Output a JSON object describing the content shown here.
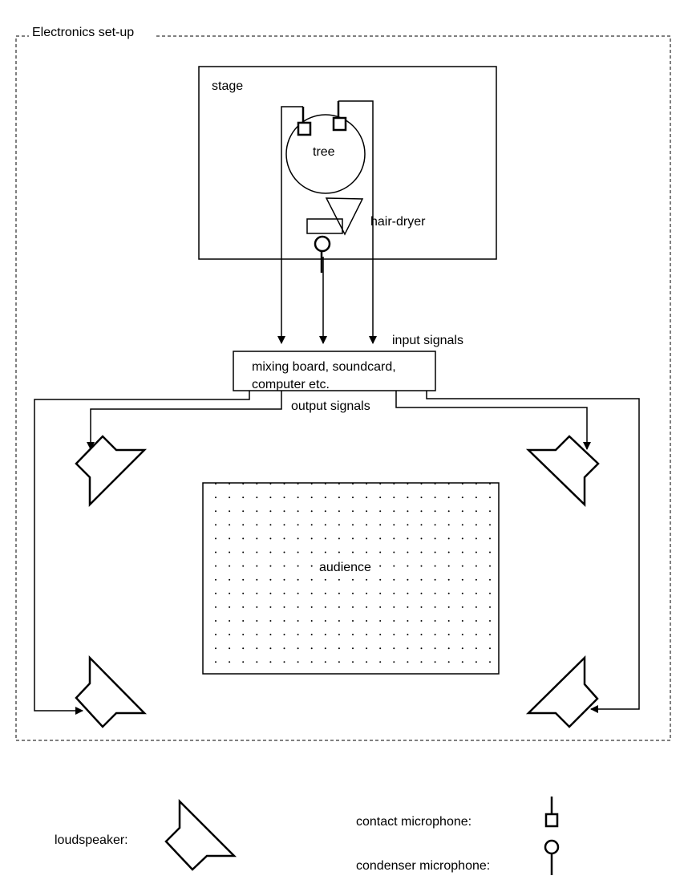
{
  "diagram": {
    "title": "Electronics set-up",
    "stage_label": "stage",
    "tree_label": "tree",
    "hair_dryer_label": "hair-dryer",
    "input_signals_label": "input signals",
    "mixer_line1": "mixing board, soundcard,",
    "mixer_line2": "computer etc.",
    "output_signals_label": "output signals",
    "audience_label": "audience"
  },
  "legend": {
    "loudspeaker": "loudspeaker:",
    "contact_microphone": "contact microphone:",
    "condenser_microphone": "condenser microphone:"
  },
  "colors": {
    "stroke": "#000000",
    "background": "#ffffff"
  }
}
